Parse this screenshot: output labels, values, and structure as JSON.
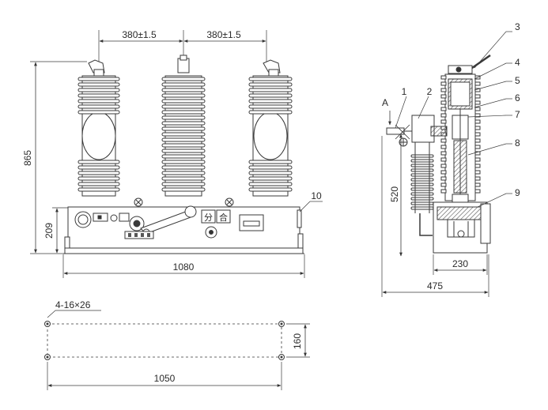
{
  "front_view": {
    "pitch_left": "380±1.5",
    "pitch_right": "380±1.5",
    "height_total": "865",
    "height_base": "209",
    "width_base": "1080",
    "panel_open": "分",
    "panel_close": "合"
  },
  "side_view": {
    "section_mark": "A",
    "height_inner": "520",
    "width_base": "230",
    "width_total": "475",
    "callouts": [
      "1",
      "2",
      "3",
      "4",
      "5",
      "6",
      "7",
      "8",
      "9"
    ]
  },
  "front_callout": "10",
  "mounting_plan": {
    "holes": "4-16×26",
    "depth": "160",
    "span": "1050"
  },
  "colors": {
    "line": "#3a3a3a",
    "dim_line": "#4a4a4a",
    "hatch": "#5a5a5a",
    "background": "#ffffff"
  }
}
